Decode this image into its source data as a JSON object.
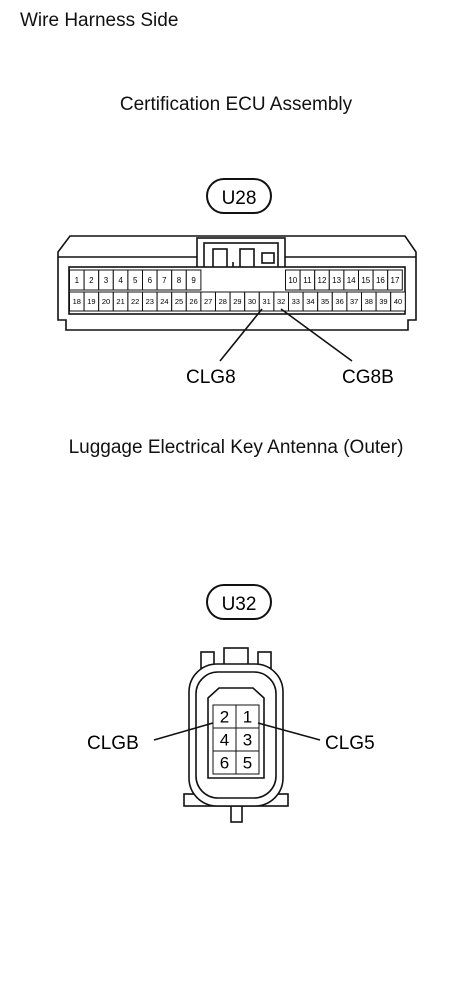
{
  "page": {
    "title": "Wire Harness Side"
  },
  "ecu": {
    "title": "Certification ECU Assembly",
    "connector_id": "U28",
    "top_row_left": [
      "1",
      "2",
      "3",
      "4",
      "5",
      "6",
      "7",
      "8",
      "9"
    ],
    "top_row_right": [
      "10",
      "11",
      "12",
      "13",
      "14",
      "15",
      "16",
      "17"
    ],
    "bottom_row": [
      "18",
      "19",
      "20",
      "21",
      "22",
      "23",
      "24",
      "25",
      "26",
      "27",
      "28",
      "29",
      "30",
      "31",
      "32",
      "33",
      "34",
      "35",
      "36",
      "37",
      "38",
      "39",
      "40"
    ],
    "callouts": [
      {
        "terminal": "31",
        "label": "CLG8"
      },
      {
        "terminal": "32",
        "label": "CG8B"
      }
    ]
  },
  "antenna": {
    "title": "Luggage Electrical Key Antenna (Outer)",
    "connector_id": "U32",
    "grid": [
      [
        "2",
        "1"
      ],
      [
        "4",
        "3"
      ],
      [
        "6",
        "5"
      ]
    ],
    "callouts": [
      {
        "terminal": "2",
        "label": "CLGB"
      },
      {
        "terminal": "1",
        "label": "CLG5"
      }
    ]
  }
}
